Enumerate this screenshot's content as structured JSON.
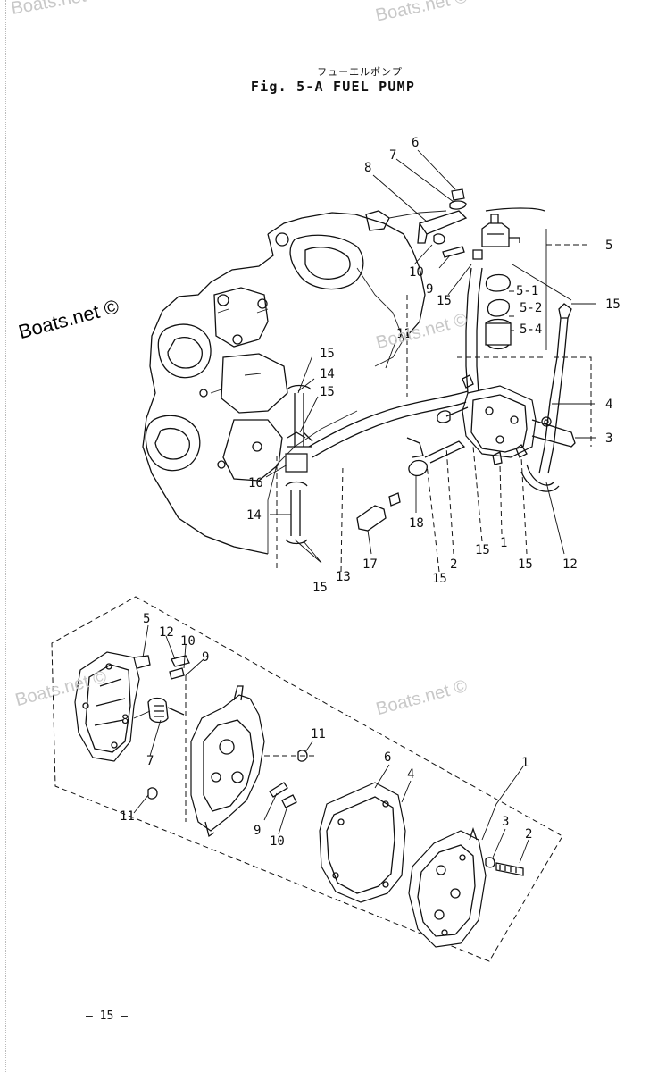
{
  "header": {
    "title_jp": "フューエルポンプ",
    "title": "Fig. 5-A   FUEL  PUMP"
  },
  "watermarks": [
    "Boats.net ©",
    "Boats.net ©",
    "Boats.net ©",
    "Boats.net ©",
    "Boats.net ©",
    "Boats.net ©"
  ],
  "footer": {
    "page_number": "— 15 —"
  },
  "callouts_upper": {
    "c6": "6",
    "c7": "7",
    "c8": "8",
    "c5": "5",
    "c10": "10",
    "c9": "9",
    "c15a": "15",
    "c5_1": "5-1",
    "c5_2": "5-2",
    "c5_4": "5-4",
    "c15b": "15",
    "c11": "11",
    "c4": "4",
    "c3": "3",
    "c15c": "15",
    "c14a": "14",
    "c15d": "15",
    "c16": "16",
    "c14b": "14",
    "c18": "18",
    "c17": "17",
    "c13": "13",
    "c15e": "15",
    "c2": "2",
    "c15f": "15",
    "c1": "1",
    "c15g": "15",
    "c12": "12",
    "c15h": "15"
  },
  "callouts_lower": {
    "c5": "5",
    "c12": "12",
    "c10a": "10",
    "c9a": "9",
    "c8": "8",
    "c7": "7",
    "c11a": "11",
    "c11b": "11",
    "c9b": "9",
    "c10b": "10",
    "c6": "6",
    "c4": "4",
    "c1": "1",
    "c3": "3",
    "c2": "2"
  }
}
